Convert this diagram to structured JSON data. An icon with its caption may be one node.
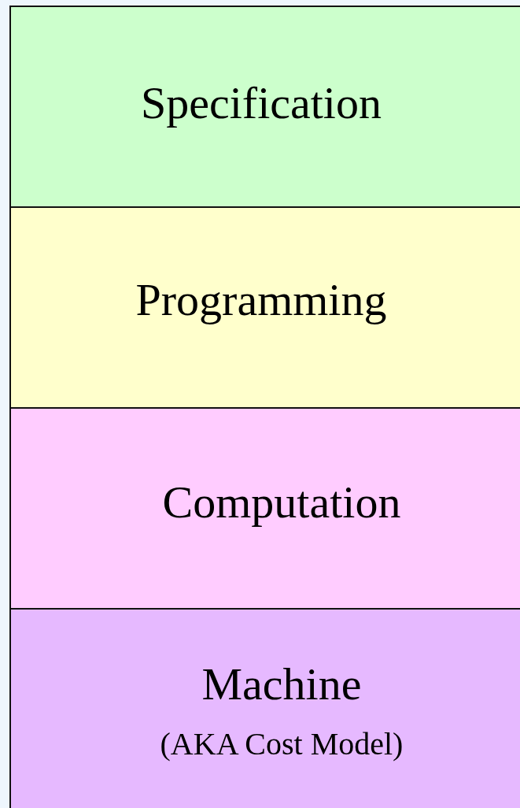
{
  "diagram": {
    "nodes": [
      {
        "text": [
          "Specification"
        ]
      },
      {
        "text": [
          "Programming"
        ]
      },
      {
        "text": [
          "Computation"
        ]
      },
      {
        "text": [
          "Machine",
          "(AKA Cost Model)"
        ]
      }
    ]
  }
}
